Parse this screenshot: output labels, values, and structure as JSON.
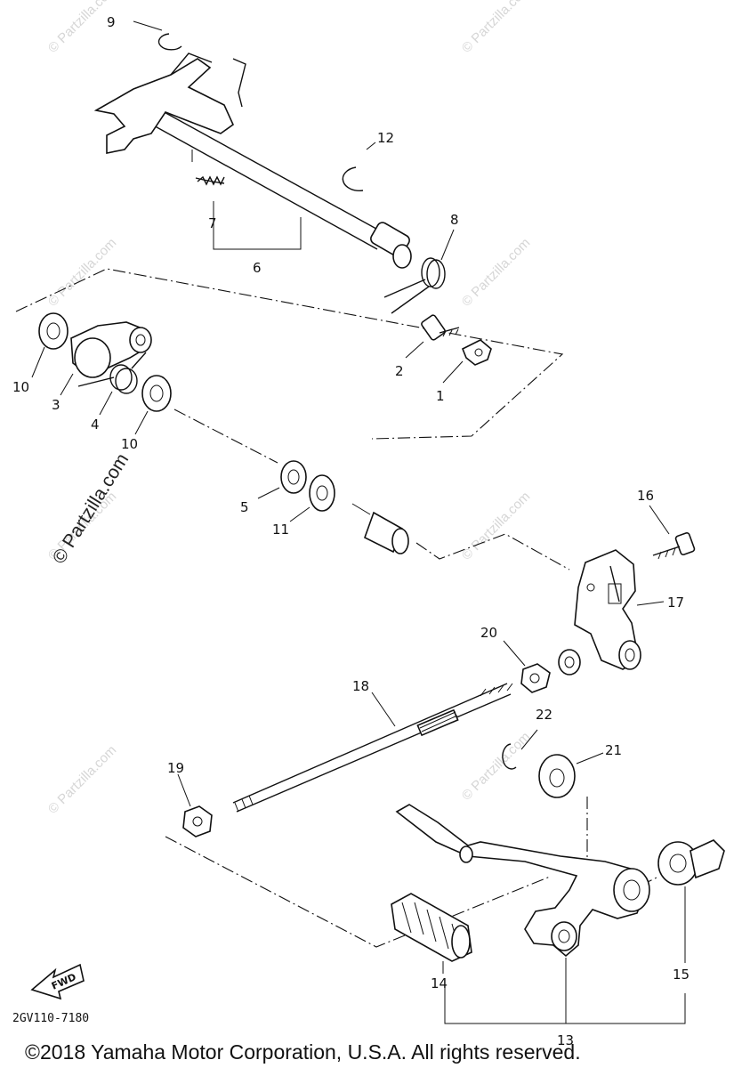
{
  "watermarks": {
    "small": "© Partzilla.com",
    "large": "© Partzilla.com"
  },
  "part_numbers": {
    "p1": "1",
    "p2": "2",
    "p3": "3",
    "p4": "4",
    "p5": "5",
    "p6": "6",
    "p7": "7",
    "p8": "8",
    "p9": "9",
    "p10a": "10",
    "p10b": "10",
    "p11": "11",
    "p12": "12",
    "p13": "13",
    "p14": "14",
    "p15": "15",
    "p16": "16",
    "p17": "17",
    "p18": "18",
    "p19": "19",
    "p20": "20",
    "p21": "21",
    "p22": "22"
  },
  "fwd_label": "FWD",
  "drawing_code": "2GV110-7180",
  "copyright": "©2018 Yamaha Motor Corporation, U.S.A. All rights reserved."
}
